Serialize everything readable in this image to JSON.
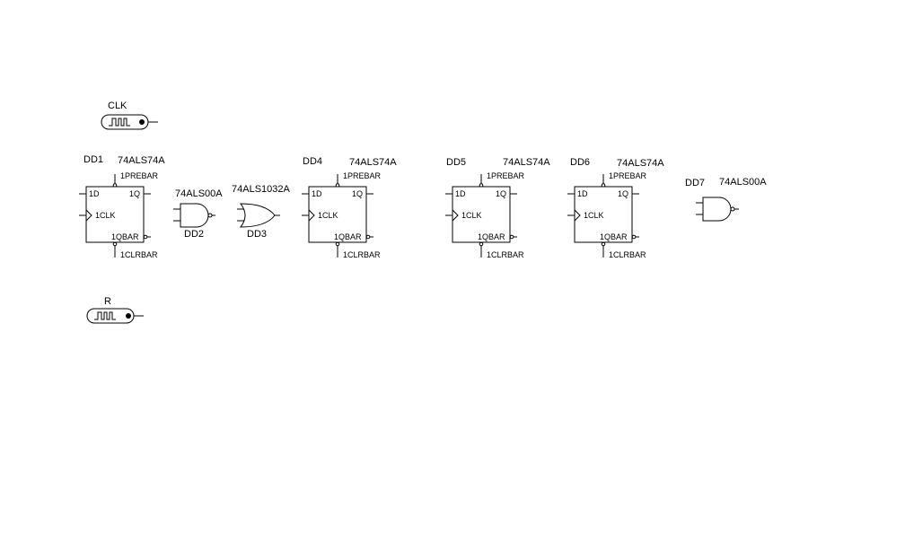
{
  "sources": [
    {
      "ref": "CLK"
    },
    {
      "ref": "R"
    }
  ],
  "flipflops": [
    {
      "ref": "DD1",
      "part": "74ALS74A",
      "pins": {
        "pre": "1PREBAR",
        "d": "1D",
        "q": "1Q",
        "clk": "1CLK",
        "qbar": "1QBAR",
        "clr": "1CLRBAR"
      }
    },
    {
      "ref": "DD4",
      "part": "74ALS74A",
      "pins": {
        "pre": "1PREBAR",
        "d": "1D",
        "q": "1Q",
        "clk": "1CLK",
        "qbar": "1QBAR",
        "clr": "1CLRBAR"
      }
    },
    {
      "ref": "DD5",
      "part": "74ALS74A",
      "pins": {
        "pre": "1PREBAR",
        "d": "1D",
        "q": "1Q",
        "clk": "1CLK",
        "qbar": "1QBAR",
        "clr": "1CLRBAR"
      }
    },
    {
      "ref": "DD6",
      "part": "74ALS74A",
      "pins": {
        "pre": "1PREBAR",
        "d": "1D",
        "q": "1Q",
        "clk": "1CLK",
        "qbar": "1QBAR",
        "clr": "1CLRBAR"
      }
    }
  ],
  "gates": [
    {
      "ref": "DD2",
      "part": "74ALS00A",
      "kind": "nand"
    },
    {
      "ref": "DD3",
      "part": "74ALS1032A",
      "kind": "or"
    },
    {
      "ref": "DD7",
      "part": "74ALS00A",
      "kind": "nand"
    }
  ]
}
